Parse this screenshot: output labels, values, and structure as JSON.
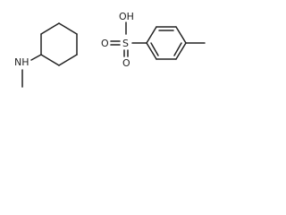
{
  "structure": {
    "amine": {
      "nh_label": "NH"
    },
    "acid": {
      "oh_label": "OH",
      "s_label": "S",
      "o_left_label": "O",
      "o_bottom_label": "O"
    }
  }
}
